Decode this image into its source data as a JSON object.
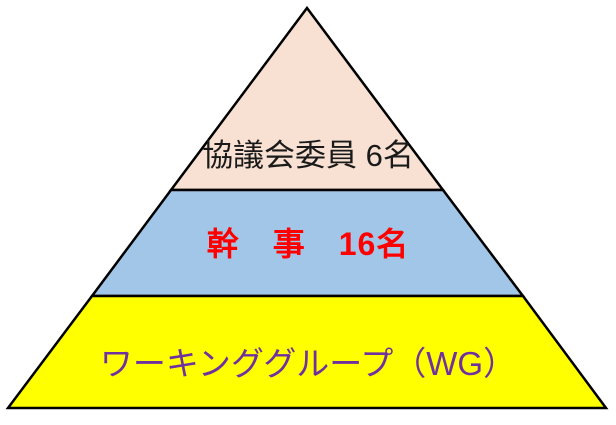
{
  "diagram": {
    "type": "pyramid",
    "outline_color": "#000000",
    "background_color": "#ffffff",
    "levels": [
      {
        "label": "協議会委員 6名",
        "fill": "#f8e1d2",
        "text_color": "#1a1a1a",
        "member_count": 6
      },
      {
        "label": "幹　事　16名",
        "fill": "#a2c6e7",
        "text_color": "#ff0000",
        "member_count": 16
      },
      {
        "label": "ワーキンググループ（WG）",
        "fill": "#ffff00",
        "text_color": "#7030a0"
      }
    ]
  }
}
